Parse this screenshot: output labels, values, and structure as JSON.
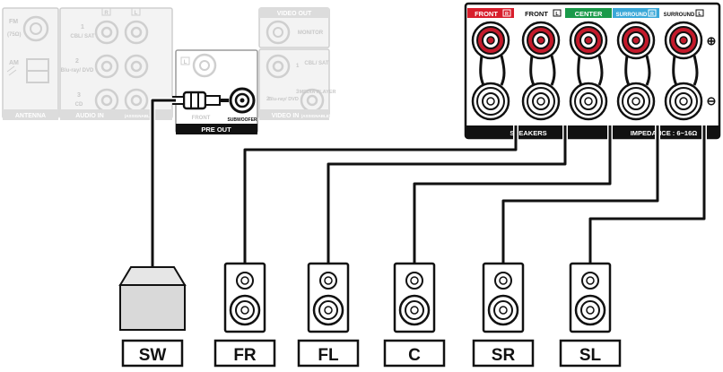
{
  "panel": {
    "antenna_title": "ANTENNA",
    "fm_label": "FM",
    "fm_ohm": "(75Ω)",
    "am_label": "AM",
    "audio_in_title": "AUDIO IN",
    "audio_in_sub": "(ASSIGNABLE)",
    "audio_in_rows": [
      {
        "num": "1",
        "name": "CBL/ SAT"
      },
      {
        "num": "2",
        "name": "Blu-ray/ DVD"
      },
      {
        "num": "3",
        "name": "CD"
      }
    ],
    "audio_in_left_mark": "R",
    "audio_in_right_mark": "L",
    "pre_out_title": "PRE OUT",
    "front_label": "FRONT",
    "subwoofer_label": "SUBWOOFER",
    "pre_out_mark": "L",
    "video_out_title": "VIDEO OUT",
    "monitor_label": "MONITOR",
    "video_in_title": "VIDEO IN",
    "video_in_sub": "(ASSIGNABLE)",
    "video_in_rows": [
      {
        "num": "1",
        "name": "CBL/ SAT"
      },
      {
        "num": "2",
        "name": "Blu-ray/ DVD"
      },
      {
        "num": "3",
        "name": "MEDIA PLAYER"
      }
    ]
  },
  "speaker_panel": {
    "channels": [
      {
        "label": "FRONT",
        "mark": "R",
        "color": "#d81e2c"
      },
      {
        "label": "FRONT",
        "mark": "L",
        "color": "#ffffff"
      },
      {
        "label": "CENTER",
        "mark": "",
        "color": "#1a9a4a"
      },
      {
        "label": "SURROUND",
        "mark": "R",
        "color": "#3aa8d8"
      },
      {
        "label": "SURROUND",
        "mark": "L",
        "color": "#ffffff"
      }
    ],
    "speakers_label": "SPEAKERS",
    "impedance_label": "IMPEDANCE : 6~16Ω",
    "plus_sign": "⊕",
    "minus_sign": "⊖"
  },
  "speakers": [
    {
      "id": "SW",
      "label": "SW"
    },
    {
      "id": "FR",
      "label": "FR"
    },
    {
      "id": "FL",
      "label": "FL"
    },
    {
      "id": "C",
      "label": "C"
    },
    {
      "id": "SR",
      "label": "SR"
    },
    {
      "id": "SL",
      "label": "SL"
    }
  ]
}
